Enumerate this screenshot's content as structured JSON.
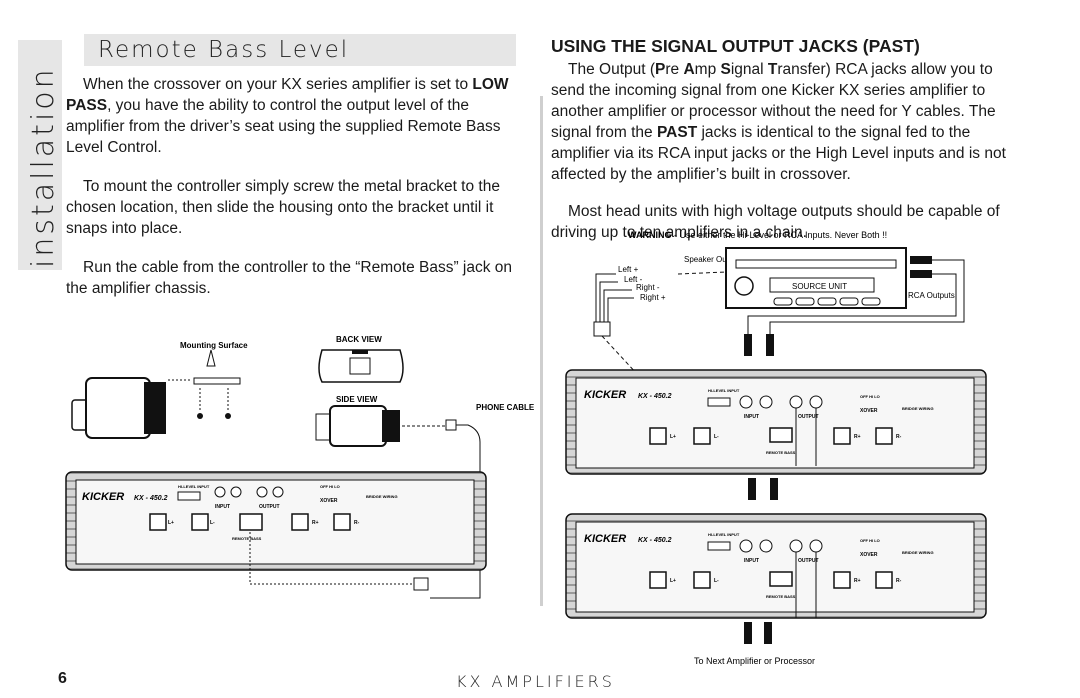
{
  "sidebar": {
    "label": "Installation"
  },
  "left": {
    "title": "Remote Bass Level",
    "p1_pre": "When the crossover on your KX series amplifier is set to ",
    "p1_bold": "LOW PASS",
    "p1_post": ", you have the ability to control the output level of the amplifier from the driver’s seat using the supplied Remote Bass Level Control.",
    "p2": "To mount the controller simply screw the metal bracket to the chosen location, then slide the housing onto the bracket until it snaps into place.",
    "p3": "Run the cable from the controller to the “Remote Bass” jack on the amplifier chassis."
  },
  "right": {
    "heading": "USING THE SIGNAL OUTPUT JACKS (PAST)",
    "p1_a": "The Output (",
    "p1_p": "P",
    "p1_b": "re ",
    "p1_amp": "A",
    "p1_c": "mp ",
    "p1_s": "S",
    "p1_d": "ignal ",
    "p1_t": "T",
    "p1_e": "ransfer) RCA jacks allow you to send the incoming signal from one Kicker KX series amplifier to another amplifier or processor without the need for Y cables. The signal from the ",
    "p1_past": "PAST",
    "p1_f": " jacks is identical to the signal fed to the amplifier via its RCA input jacks or the High Level inputs and is not affected by the amplifier’s built in crossover.",
    "p2": "Most head units with high voltage outputs should be capable of driving up to ten amplifiers in a chain."
  },
  "left_diagram": {
    "mounting_surface": "Mounting Surface",
    "back_view": "BACK VIEW",
    "side_view": "SIDE VIEW",
    "phone_cable": "PHONE CABLE"
  },
  "right_diagram": {
    "warning_bold": "WARNING",
    "warning_text": " - Use either the Hi-Level or RCA Inputs. Never Both !!",
    "speaker_outputs": "Speaker Outputs",
    "left_plus": "Left +",
    "left_minus": "Left -",
    "right_minus": "Right -",
    "right_plus": "Right +",
    "source_unit": "SOURCE UNIT",
    "rca_outputs": "RCA Outputs",
    "to_next": "To Next Amplifier or Processor"
  },
  "amplifier": {
    "brand": "KICKER",
    "model": "KX - 450.2",
    "hi_level": "HI-LEVEL INPUT",
    "input": "INPUT",
    "output": "OUTPUT",
    "xover": "XOVER",
    "xover_modes": "OFF HI LO",
    "bridge": "BRIDGE WIRING",
    "remote_bass": "REMOTE BASS",
    "l_plus": "L+",
    "l_minus": "L-",
    "r_plus": "R+",
    "r_minus": "R-"
  },
  "footer": {
    "page_number": "6",
    "title": "KX AMPLIFIERS"
  }
}
